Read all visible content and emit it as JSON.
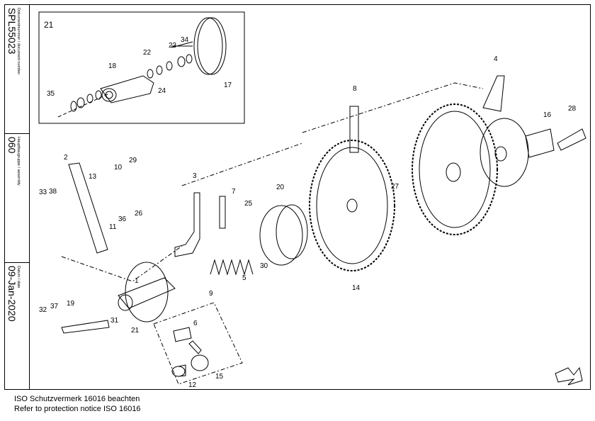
{
  "sidebar": {
    "document_label": "Dokumentnummer / document number",
    "document_number": "SPL55023",
    "assembly_label": "Hauptbaugruppe / assembly",
    "assembly_number": "060",
    "date_label": "Datum / date",
    "date": "09-Jan-2020"
  },
  "inset": {
    "title": "21"
  },
  "callouts": [
    "1",
    "2",
    "3",
    "4",
    "5",
    "6",
    "7",
    "8",
    "9",
    "10",
    "11",
    "12",
    "13",
    "14",
    "15",
    "16",
    "17",
    "18",
    "19",
    "20",
    "21",
    "22",
    "23",
    "24",
    "25",
    "26",
    "27",
    "28",
    "29",
    "30",
    "31",
    "32",
    "33",
    "34",
    "35",
    "36",
    "37",
    "38"
  ],
  "footer": {
    "line1": "ISO Schutzvermerk 16016 beachten",
    "line2": "Refer to protection notice ISO 16016"
  }
}
